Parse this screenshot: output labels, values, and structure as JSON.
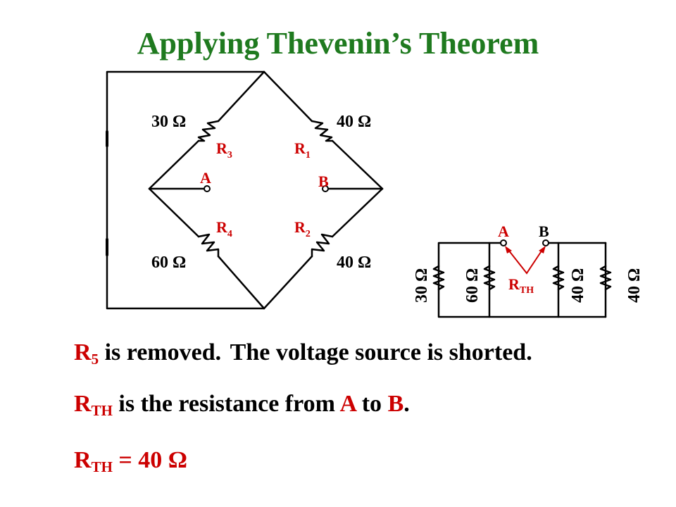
{
  "title": "Applying Thevenin’s Theorem",
  "bridge": {
    "r3": {
      "value": "30 Ω",
      "sym": "R",
      "sub": "3"
    },
    "r1": {
      "value": "40 Ω",
      "sym": "R",
      "sub": "1"
    },
    "r4": {
      "value": "60 Ω",
      "sym": "R",
      "sub": "4"
    },
    "r2": {
      "value": "40 Ω",
      "sym": "R",
      "sub": "2"
    },
    "node_a": "A",
    "node_b": "B"
  },
  "equivalent": {
    "resistors": [
      "30 Ω",
      "60 Ω",
      "40 Ω",
      "40 Ω"
    ],
    "node_a": "A",
    "node_b": "B",
    "rth": {
      "sym": "R",
      "sub": "TH"
    }
  },
  "colors": {
    "title": "#1f7a1f",
    "highlight": "#cc0000",
    "text": "#000000"
  },
  "text": {
    "line1": {
      "r": "R",
      "sub": "5",
      "part1": " is removed.",
      "part2": "The voltage source is shorted."
    },
    "line2": {
      "r": "R",
      "sub": "TH",
      "pre": " is the resistance from ",
      "a": "A",
      "mid": " to ",
      "b": "B",
      "post": "."
    },
    "line3": {
      "r": "R",
      "sub": "TH",
      "rest": " = 40 Ω"
    }
  }
}
